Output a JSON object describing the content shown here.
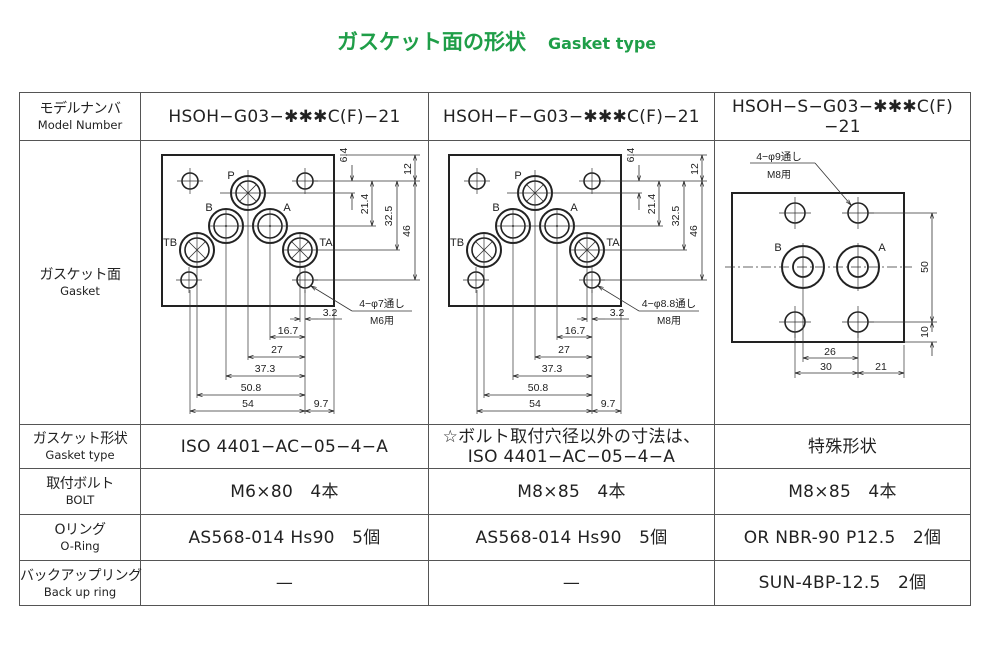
{
  "title": {
    "jp": "ガスケット面の形状",
    "en": "Gasket type"
  },
  "accent_color": "#1f9e48",
  "table": {
    "row_labels": [
      {
        "jp": "モデルナンバ",
        "en": "Model Number"
      },
      {
        "jp": "ガスケット面",
        "en": "Gasket"
      },
      {
        "jp": "ガスケット形状",
        "en": "Gasket type"
      },
      {
        "jp": "取付ボルト",
        "en": "BOLT"
      },
      {
        "jp": "Oリング",
        "en": "O-Ring"
      },
      {
        "jp": "バックアップリング",
        "en": "Back up ring"
      }
    ],
    "columns": [
      {
        "model": "HSOH−G03−✱✱✱C(F)−21",
        "gasket_type": "ISO 4401−AC−05−4−A",
        "gasket_type_2": "",
        "bolt": "M6×80　4本",
        "oring": "AS568-014 Hs90　5個",
        "backup": "—"
      },
      {
        "model": "HSOH−F−G03−✱✱✱C(F)−21",
        "gasket_type": "☆ボルト取付穴径以外の寸法は、",
        "gasket_type_2": "ISO 4401−AC−05−4−A",
        "bolt": "M8×85　4本",
        "oring": "AS568-014 Hs90　5個",
        "backup": "—"
      },
      {
        "model": "HSOH−S−G03−✱✱✱C(F)−21",
        "gasket_type": "特殊形状",
        "gasket_type_2": "",
        "bolt": "M8×85　4本",
        "oring": "OR NBR-90 P12.5　2個",
        "backup": "SUN-4BP-12.5　2個"
      }
    ]
  },
  "drawings": [
    {
      "ports": {
        "P": "P",
        "A": "A",
        "B": "B",
        "TA": "TA",
        "TB": "TB"
      },
      "dims": {
        "d6_4": "6.4",
        "d12": "12",
        "d21_4": "21.4",
        "d32_5": "32.5",
        "d46": "46",
        "d3_2": "3.2",
        "d16_7": "16.7",
        "d27": "27",
        "d37_3": "37.3",
        "d50_8": "50.8",
        "d54": "54",
        "d9_7": "9.7"
      },
      "hole_note": "4−φ7通し",
      "bolt_note": "M6用"
    },
    {
      "ports": {
        "P": "P",
        "A": "A",
        "B": "B",
        "TA": "TA",
        "TB": "TB"
      },
      "dims": {
        "d6_4": "6.4",
        "d12": "12",
        "d21_4": "21.4",
        "d32_5": "32.5",
        "d46": "46",
        "d3_2": "3.2",
        "d16_7": "16.7",
        "d27": "27",
        "d37_3": "37.3",
        "d50_8": "50.8",
        "d54": "54",
        "d9_7": "9.7"
      },
      "hole_note": "4−φ8.8通し",
      "bolt_note": "M8用"
    },
    {
      "ports": {
        "A": "A",
        "B": "B"
      },
      "dims": {
        "d50": "50",
        "d10": "10",
        "d26": "26",
        "d30": "30",
        "d21": "21"
      },
      "hole_note": "4−φ9通し",
      "bolt_note": "M8用"
    }
  ]
}
